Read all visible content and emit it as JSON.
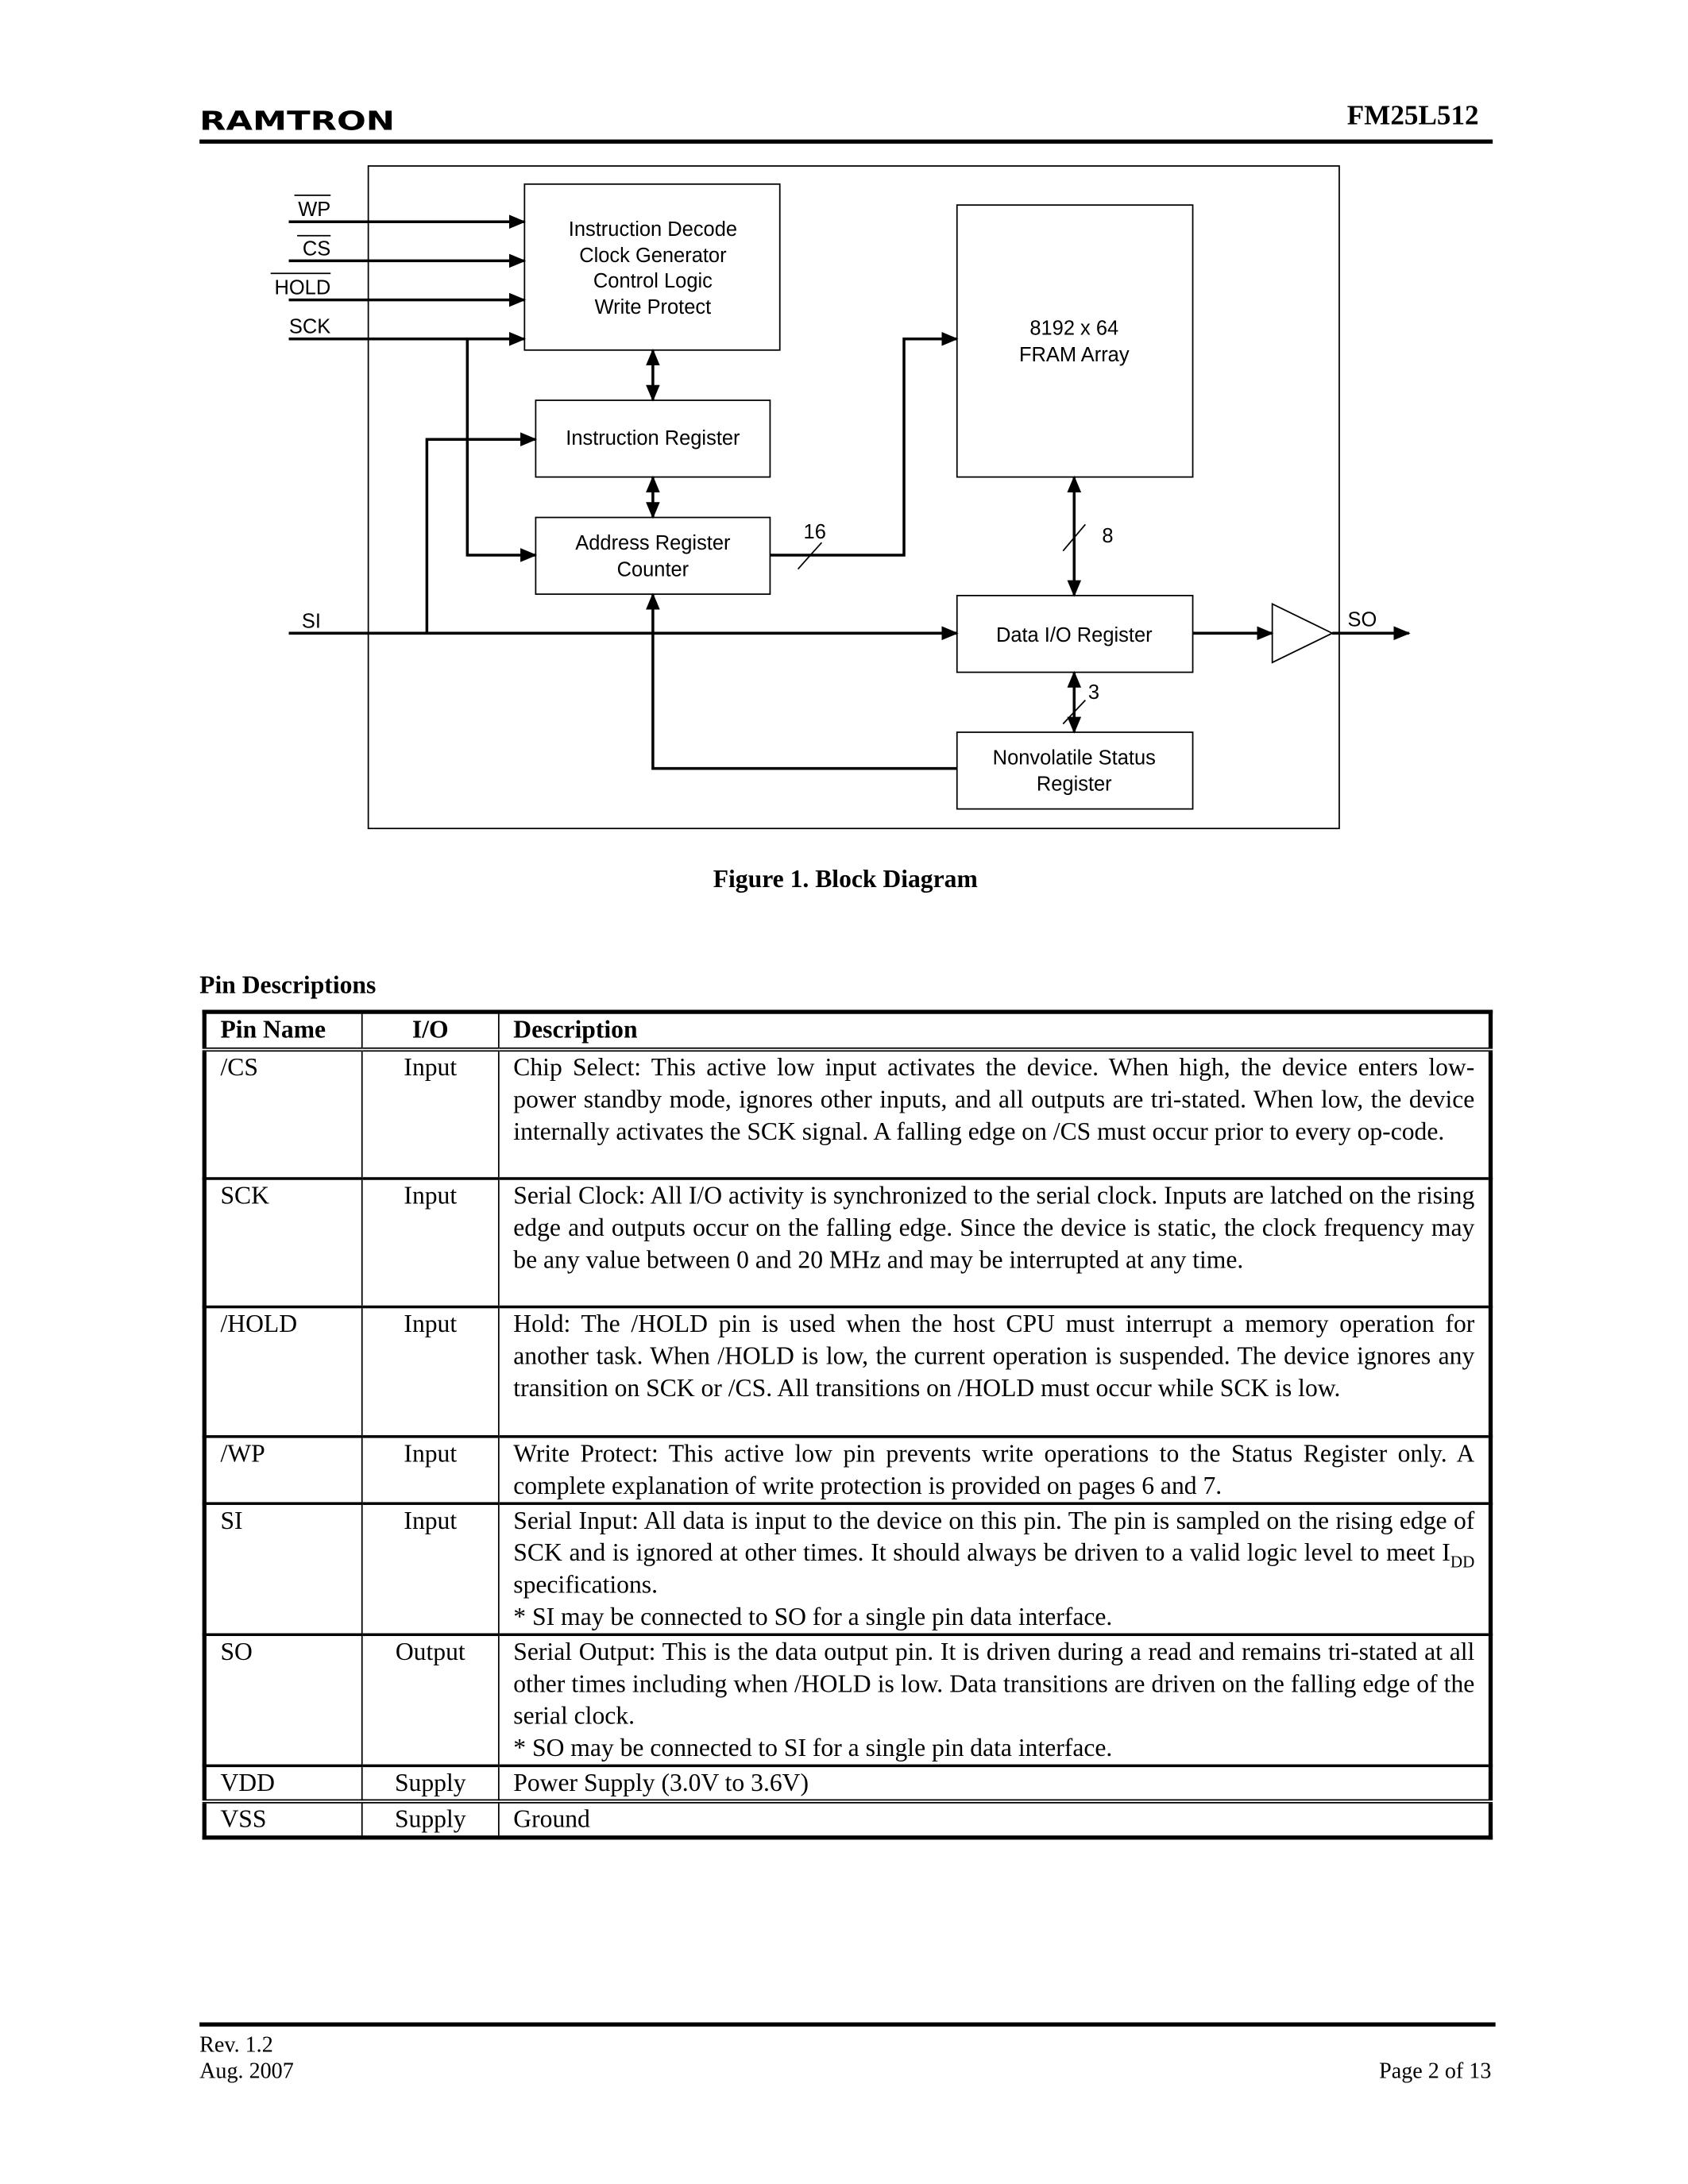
{
  "header": {
    "logo_text": "RAMTRON",
    "part_number": "FM25L512"
  },
  "diagram": {
    "inputs": {
      "wp": "WP",
      "cs": "CS",
      "hold": "HOLD",
      "sck": "SCK",
      "si": "SI"
    },
    "output": "SO",
    "blocks": {
      "control": [
        "Instruction Decode",
        "Clock Generator",
        "Control Logic",
        "Write Protect"
      ],
      "fram": [
        "8192 x 64",
        "FRAM Array"
      ],
      "instruction_register": [
        "Instruction Register"
      ],
      "address_register": [
        "Address Register",
        "Counter"
      ],
      "data_io": [
        "Data I/O Register"
      ],
      "status": [
        "Nonvolatile Status",
        "Register"
      ]
    },
    "bus_widths": {
      "address": "16",
      "data": "8",
      "status": "3"
    },
    "caption": "Figure 1.  Block Diagram"
  },
  "pin_section": {
    "title": "Pin Descriptions",
    "columns": [
      "Pin Name",
      "I/O",
      "Description"
    ],
    "rows": [
      {
        "pin": "/CS",
        "io": "Input",
        "desc": [
          "Chip Select:  This active low input activates the device. When high, the device enters low-power standby mode, ignores other inputs, and all outputs are tri-stated. When low, the device internally activates the SCK signal. A falling edge on /CS must occur prior to every op-code."
        ]
      },
      {
        "pin": "SCK",
        "io": "Input",
        "desc": [
          "Serial Clock: All I/O activity is synchronized to the serial clock. Inputs are latched on the rising edge and outputs occur on the falling edge. Since the device is static, the clock frequency may be any value between 0 and 20 MHz and may be interrupted at any time."
        ]
      },
      {
        "pin": "/HOLD",
        "io": "Input",
        "desc": [
          "Hold: The /HOLD pin is used when the host CPU must interrupt a memory operation for another task. When /HOLD is low, the current operation is suspended. The device ignores any transition on SCK or /CS. All transitions on /HOLD must occur while SCK is low."
        ]
      },
      {
        "pin": "/WP",
        "io": "Input",
        "desc": [
          "Write Protect:  This active low pin prevents write operations to the Status Register only. A complete explanation of write protection is provided on pages 6 and 7."
        ]
      },
      {
        "pin": "SI",
        "io": "Input",
        "desc_pre": "Serial Input:  All data is input to the device on this pin. The pin is sampled on the rising edge of SCK and is ignored at other times. It should always be driven to a valid logic level to meet I",
        "desc_sub": "DD",
        "desc_post": " specifications.",
        "note": "* SI may be connected to SO for a single pin data interface."
      },
      {
        "pin": "SO",
        "io": "Output",
        "desc": [
          "Serial Output:  This is the data output pin. It is driven during a read and remains tri-stated at all other times including when /HOLD is low. Data transitions are driven on the falling edge of the serial clock."
        ],
        "note": "* SO may be connected to SI for a single pin data interface."
      },
      {
        "pin": "VDD",
        "io": "Supply",
        "desc": [
          "Power Supply (3.0V to 3.6V)"
        ]
      },
      {
        "pin": "VSS",
        "io": "Supply",
        "desc": [
          "Ground"
        ]
      }
    ]
  },
  "footer": {
    "revision": "Rev. 1.2",
    "date": "Aug. 2007",
    "page": "Page 2 of 13"
  }
}
